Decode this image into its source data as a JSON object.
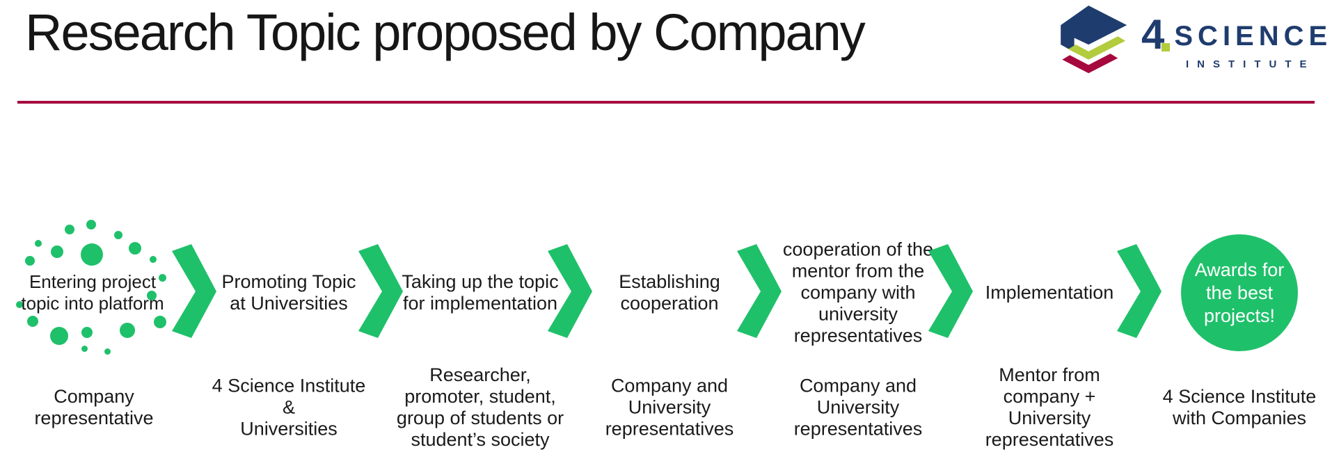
{
  "slide": {
    "title": "Research Topic proposed by Company",
    "colors": {
      "accent_green": "#1FC06A",
      "divider_crimson": "#A6093D",
      "logo_navy": "#1F3C6E",
      "logo_lime": "#B2CC3D",
      "text": "#1A1A1A"
    },
    "logo": {
      "number": "4",
      "name": "SCIENCE",
      "subtitle": "INSTITUTE"
    },
    "steps": [
      {
        "label": "Entering project\ntopic into platform",
        "caption": "Company\nrepresentative"
      },
      {
        "label": "Promoting Topic\nat Universities",
        "caption": "4 Science Institute\n&\nUniversities"
      },
      {
        "label": "Taking up the topic\nfor implementation",
        "caption": "Researcher,\npromoter, student,\ngroup of students or\nstudent’s society"
      },
      {
        "label": "Establishing\ncooperation",
        "caption": "Company and\nUniversity\nrepresentatives"
      },
      {
        "label": "cooperation of the\nmentor from the\ncompany with\nuniversity\nrepresentatives",
        "caption": "Company and\nUniversity\nrepresentatives"
      },
      {
        "label": "Implementation",
        "caption": "Mentor from\ncompany +\nUniversity\nrepresentatives"
      },
      {
        "label": "Awards for\nthe best\nprojects!",
        "caption": "4 Science Institute\nwith Companies"
      }
    ]
  }
}
